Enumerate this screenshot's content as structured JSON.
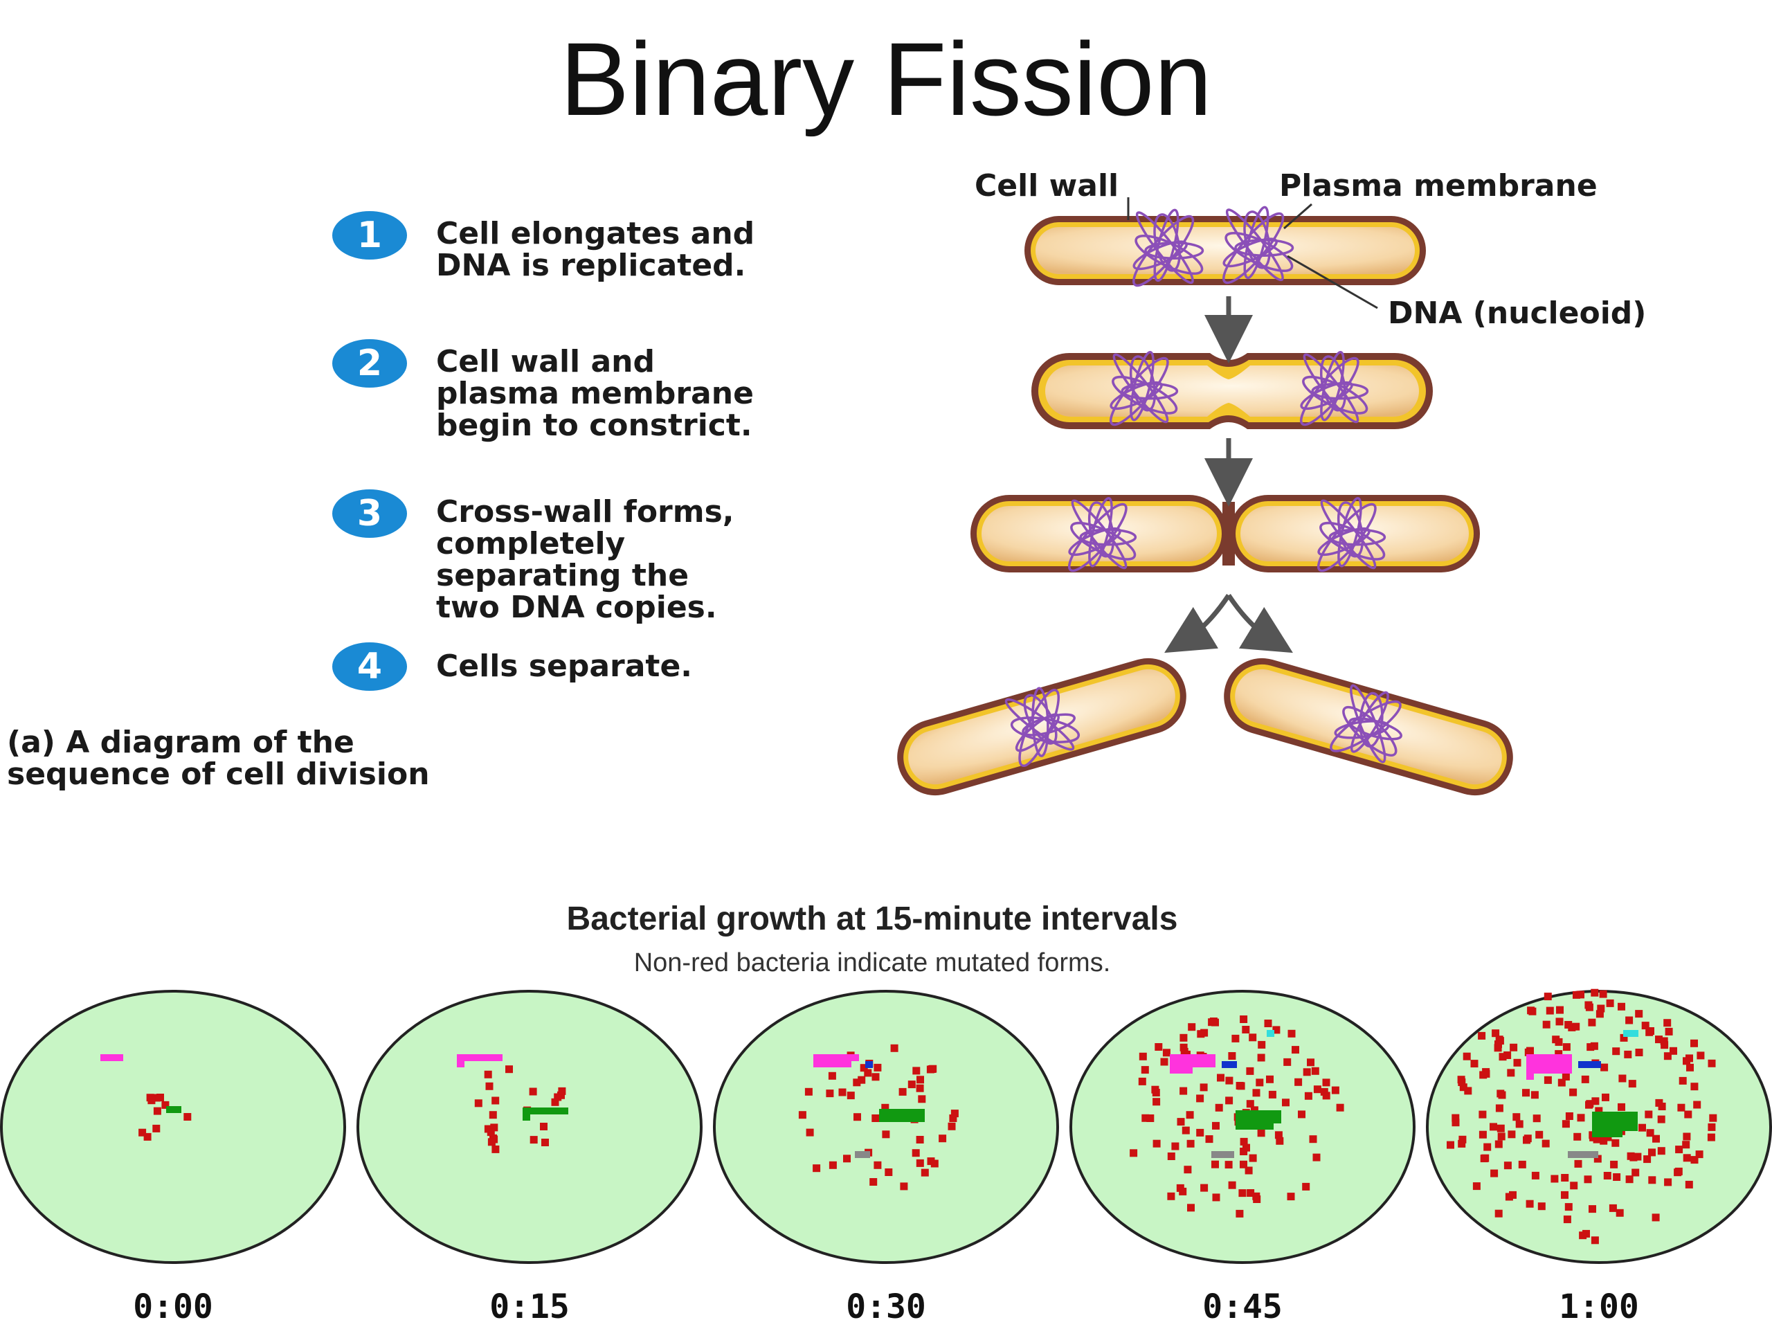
{
  "title": "Binary Fission",
  "steps": [
    {
      "number": "1",
      "text": "Cell elongates and\nDNA is replicated."
    },
    {
      "number": "2",
      "text": "Cell wall and\nplasma membrane\nbegin to constrict."
    },
    {
      "number": "3",
      "text": "Cross-wall forms,\ncompletely\nseparating the\ntwo DNA copies."
    },
    {
      "number": "4",
      "text": "Cells separate."
    }
  ],
  "caption": "(a) A diagram of the\nsequence of cell division",
  "labels": {
    "cell_wall": "Cell wall",
    "plasma_membrane": "Plasma membrane",
    "dna": "DNA (nucleoid)"
  },
  "growth": {
    "title": "Bacterial growth at 15-minute intervals",
    "subtitle": "Non-red bacteria indicate mutated forms.",
    "times": [
      "0:00",
      "0:15",
      "0:30",
      "0:45",
      "1:00"
    ]
  },
  "colors": {
    "badge": "#1a8ad4",
    "cell_wall": "#7a3b2e",
    "cell_fill": "#f6d7a7",
    "membrane": "#f2c42a",
    "dna": "#8b4fb8",
    "dish_fill": "#c8f5c5",
    "bacteria_normal": "#cc1111",
    "bacteria_mutant_1": "#ff33dd",
    "bacteria_mutant_2": "#119911",
    "bacteria_mutant_3": "#1133cc",
    "bacteria_mutant_4": "#33dddd",
    "bacteria_mutant_5": "#888888"
  }
}
